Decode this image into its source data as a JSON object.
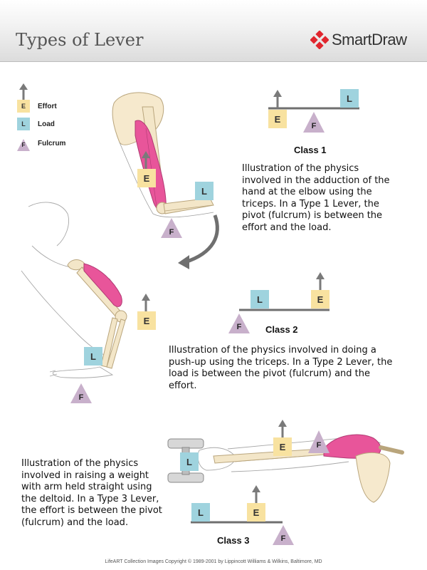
{
  "header": {
    "title": "Types of Lever",
    "brand": "SmartDraw"
  },
  "legend": {
    "effort": "Effort",
    "load": "Load",
    "fulcrum": "Fulcrum",
    "e": "E",
    "l": "L",
    "f": "F"
  },
  "class1": {
    "title": "Class 1",
    "description": "Illustration of the physics involved in the adduction of the hand at the elbow using the triceps.  In a Type 1 Lever, the pivot (fulcrum) is between the effort and the load."
  },
  "class2": {
    "title": "Class 2",
    "description": "Illustration of the physics involved in doing a push-up using the triceps.  In a Type 2 Lever, the load is between the pivot (fulcrum) and the effort."
  },
  "class3": {
    "title": "Class 3",
    "description": "Illustration of the physics involved in raising a weight with arm held straight using the deltoid.  In a Type 3 Lever, the effort is between the pivot (fulcrum) and the load."
  },
  "footer": {
    "copyright": "LifeART Collection Images Copyright © 1989-2001 by Lippincott Williams & Wilkins, Baltimore, MD"
  },
  "colors": {
    "effort": "#f8e2a0",
    "load": "#9fd3de",
    "fulcrum": "#c8b0cb",
    "muscle": "#e8559a",
    "bone": "#f3e6c8",
    "arrow": "#7a7a7a"
  }
}
